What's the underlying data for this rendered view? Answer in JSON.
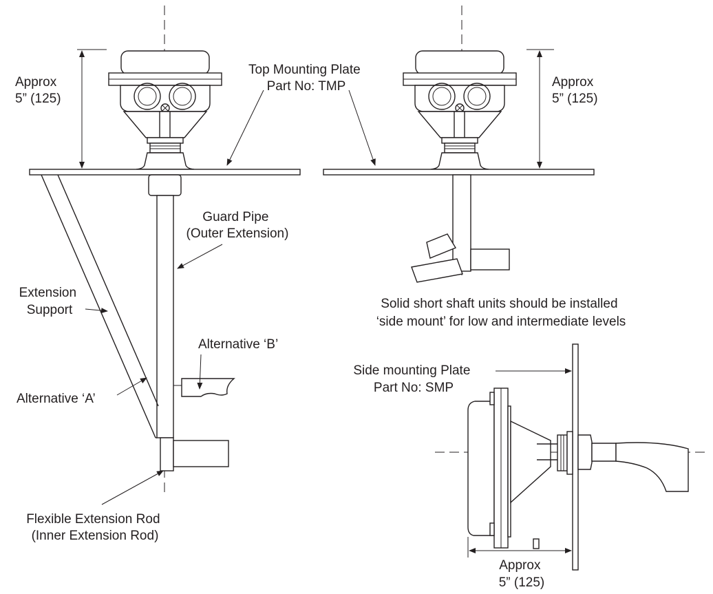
{
  "labels": {
    "approx_left": [
      "Approx",
      "5” (125)"
    ],
    "top_plate": [
      "Top Mounting Plate",
      "Part No: TMP"
    ],
    "approx_right": [
      "Approx",
      "5” (125)"
    ],
    "guard_pipe": [
      "Guard Pipe",
      "(Outer Extension)"
    ],
    "extension_support": [
      "Extension",
      "Support"
    ],
    "alt_b": "Alternative ‘B’",
    "alt_a": "Alternative ‘A’",
    "flex_rod": [
      "Flexible Extension Rod",
      "(Inner Extension Rod)"
    ],
    "solid_shaft": [
      "Solid short shaft units should be installed",
      "‘side mount’ for low and intermediate levels"
    ],
    "side_plate": [
      "Side mounting Plate",
      "Part No: SMP"
    ],
    "approx_bottom": [
      "Approx",
      "5” (125)"
    ]
  }
}
